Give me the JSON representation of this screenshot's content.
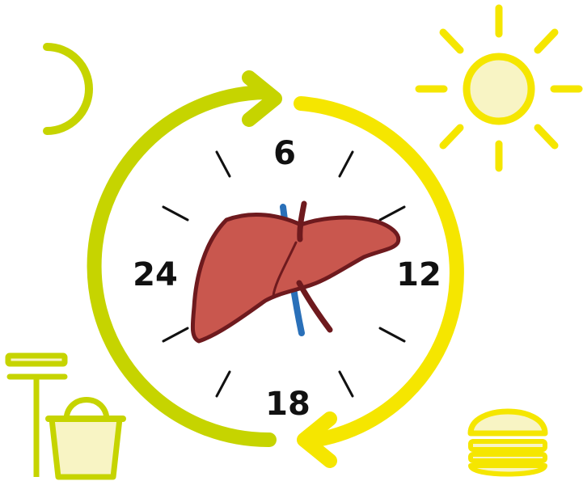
{
  "clock": {
    "hour_6": "6",
    "hour_12": "12",
    "hour_18": "18",
    "hour_24": "24"
  },
  "icons": {
    "top_left": "crescent-moon-icon",
    "top_right": "sun-icon",
    "bottom_left": "bucket-and-mop-icon",
    "bottom_right": "burger-icon",
    "center": "liver-icon"
  },
  "colors": {
    "night_arrow": "#c6d400",
    "day_arrow": "#f5e600",
    "icon_fill": "#f8f4c4",
    "liver": "#c9574e",
    "liver_outline": "#6e1a1e",
    "vein": "#2a70b9",
    "text": "#111111"
  }
}
